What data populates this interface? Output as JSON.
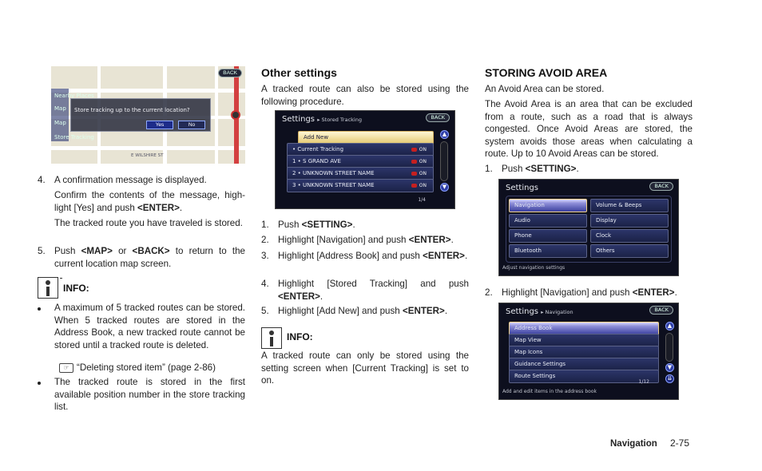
{
  "col1": {
    "map_screen": {
      "back_label": "BACK",
      "side_items": [
        "Nearby Places",
        "Map",
        "Map",
        "Store Tracking"
      ],
      "dialog_text": "Store tracking up to the current location?",
      "yes_label": "Yes",
      "no_label": "No",
      "street_label": "E WILSHIRE ST"
    },
    "step4_num": "4.",
    "step4_text": "A confirmation message is displayed.",
    "step4_p1_a": "Confirm the contents of the message, high-light [Yes] and push ",
    "step4_p1_key": "<ENTER>",
    "step4_p1_end": ".",
    "step4_p2": "The tracked route you have traveled is stored.",
    "step5_num": "5.",
    "step5_a": "Push ",
    "step5_key1": "<MAP>",
    "step5_b": " or ",
    "step5_key2": "<BACK>",
    "step5_c": " to return to the current location map screen.",
    "info_title": "INFO:",
    "bullet1": "A maximum of 5 tracked routes can be stored. When 5 tracked routes are stored in the Address Book, a new tracked route cannot be stored until a tracked route is deleted.",
    "ref_text": "“Deleting stored item” (page 2-86)",
    "bullet2": "The tracked route is stored in the first available position number in the store tracking list."
  },
  "col2": {
    "heading": "Other settings",
    "intro": "A tracked route can also be stored using the following procedure.",
    "screen": {
      "title": "Settings",
      "subtitle": "▸ Stored Tracking",
      "back_label": "BACK",
      "items": [
        "Add New",
        "• Current Tracking",
        "1 • S GRAND AVE",
        "2 • UNKNOWN STREET NAME",
        "3 • UNKNOWN STREET NAME"
      ],
      "on_label": "ON",
      "page": "1/4"
    },
    "steps": [
      {
        "num": "1.",
        "a": "Push ",
        "key": "<SETTING>",
        "b": "."
      },
      {
        "num": "2.",
        "a": "Highlight [Navigation] and push ",
        "key": "<ENTER>",
        "b": "."
      },
      {
        "num": "3.",
        "a": "Highlight [Address Book] and push ",
        "key": "<ENTER>",
        "b": "."
      },
      {
        "num": "4.",
        "a": "Highlight [Stored Tracking] and push ",
        "key": "<ENTER>",
        "b": "."
      },
      {
        "num": "5.",
        "a": "Highlight [Add New] and push ",
        "key": "<ENTER>",
        "b": "."
      }
    ],
    "info_title": "INFO:",
    "info_text": "A tracked route can only be stored using the setting screen when [Current Tracking] is set to on."
  },
  "col3": {
    "heading": "STORING AVOID AREA",
    "p1": "An Avoid Area can be stored.",
    "p2": "The Avoid Area is an area that can be excluded from a route, such as a road that is always congested. Once Avoid Areas are stored, the system avoids those areas when calculating a route. Up to 10 Avoid Areas can be stored.",
    "step1_num": "1.",
    "step1_a": "Push ",
    "step1_key": "<SETTING>",
    "step1_b": ".",
    "screen1": {
      "title": "Settings",
      "back_label": "BACK",
      "items_left": [
        "Navigation",
        "Audio",
        "Phone",
        "Bluetooth"
      ],
      "items_right": [
        "Volume & Beeps",
        "Display",
        "Clock",
        "Others"
      ],
      "footer": "Adjust navigation settings"
    },
    "step2_num": "2.",
    "step2_a": "Highlight [Navigation] and push ",
    "step2_key": "<ENTER>",
    "step2_b": ".",
    "screen2": {
      "title": "Settings",
      "subtitle": "▸ Navigation",
      "back_label": "BACK",
      "items": [
        "Address Book",
        "Map View",
        "Map Icons",
        "Guidance Settings",
        "Route Settings"
      ],
      "footer": "Add and edit items in the address book",
      "page": "1/12"
    }
  },
  "footer": {
    "section": "Navigation",
    "page": "2-75"
  }
}
